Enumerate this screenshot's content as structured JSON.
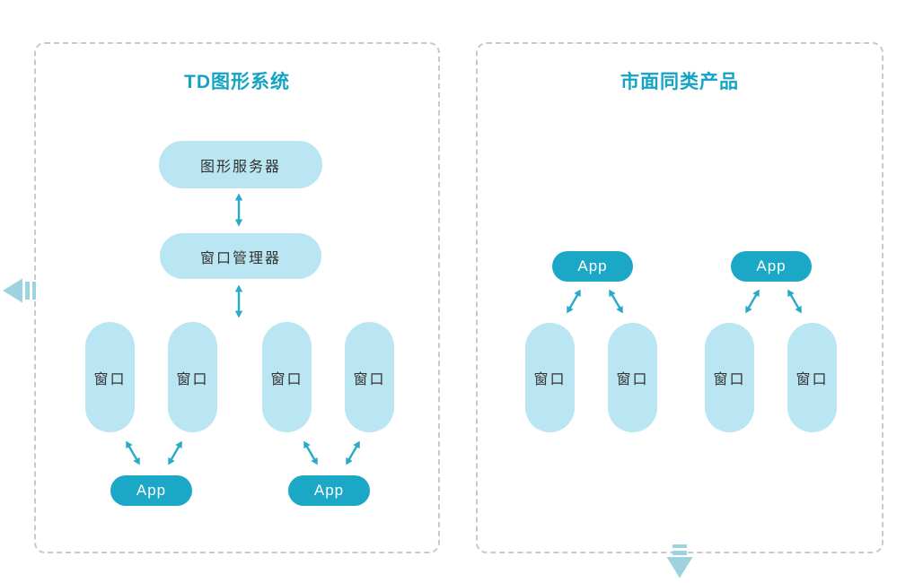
{
  "colors": {
    "accent_teal": "#1ba7c6",
    "light_pill": "#b9e6f2",
    "arrow": "#2aa9c9",
    "muted_arrow": "#9ed2de",
    "panel_border": "#c9c9c9",
    "pill_text": "#333333",
    "title_text": "#14a3c2"
  },
  "left_panel": {
    "title": "TD图形系统",
    "server_label": "图形服务器",
    "manager_label": "窗口管理器",
    "windows": [
      "窗口",
      "窗口",
      "窗口",
      "窗口"
    ],
    "apps": [
      "App",
      "App"
    ]
  },
  "right_panel": {
    "title": "市面同类产品",
    "windows": [
      "窗口",
      "窗口",
      "窗口",
      "窗口"
    ],
    "apps": [
      "App",
      "App"
    ]
  },
  "icons": {
    "back_arrow": "back-arrow",
    "down_arrow": "down-arrow"
  }
}
